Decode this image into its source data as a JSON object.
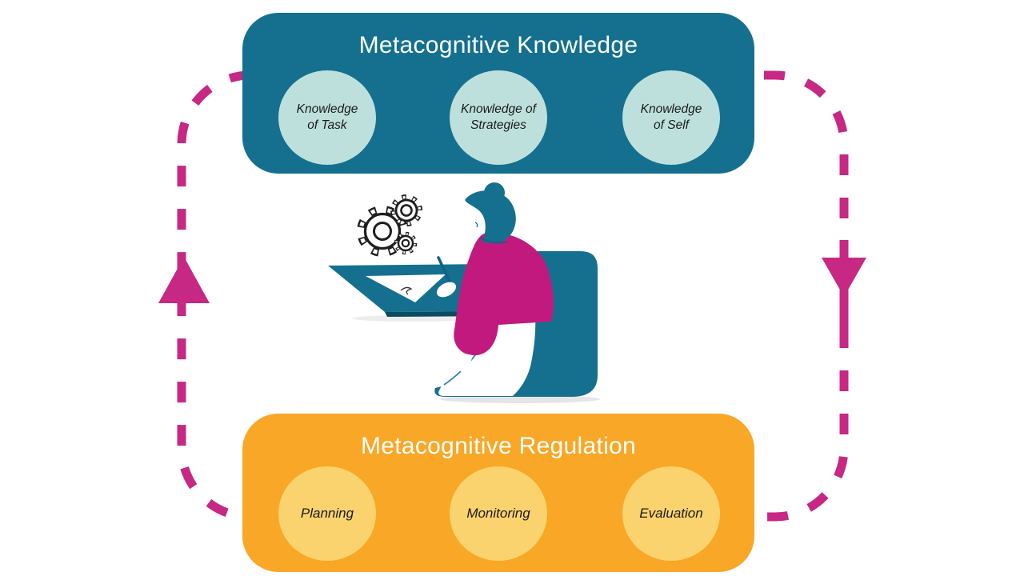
{
  "knowledge_box": {
    "title": "Metacognitive Knowledge",
    "bg_color": "#15708F",
    "bubble_color": "#BEE0DC",
    "items": [
      {
        "label": "Knowledge\nof Task"
      },
      {
        "label": "Knowledge of\nStrategies"
      },
      {
        "label": "Knowledge\nof Self"
      }
    ]
  },
  "regulation_box": {
    "title": "Metacognitive Regulation",
    "bg_color": "#F9A726",
    "bubble_color": "#FBD36E",
    "items": [
      {
        "label": "Planning"
      },
      {
        "label": "Monitoring"
      },
      {
        "label": "Evaluation"
      }
    ]
  },
  "cycle": {
    "color": "#C62883",
    "style": "dashed-loop",
    "left_arrow_direction": "up",
    "right_arrow_direction": "down"
  },
  "illustration": {
    "name": "person-writing-at-desk-with-gears",
    "icons": [
      "gears-icon",
      "person-writing-icon"
    ],
    "teal_color": "#15708F",
    "magenta_color": "#C2197E"
  }
}
